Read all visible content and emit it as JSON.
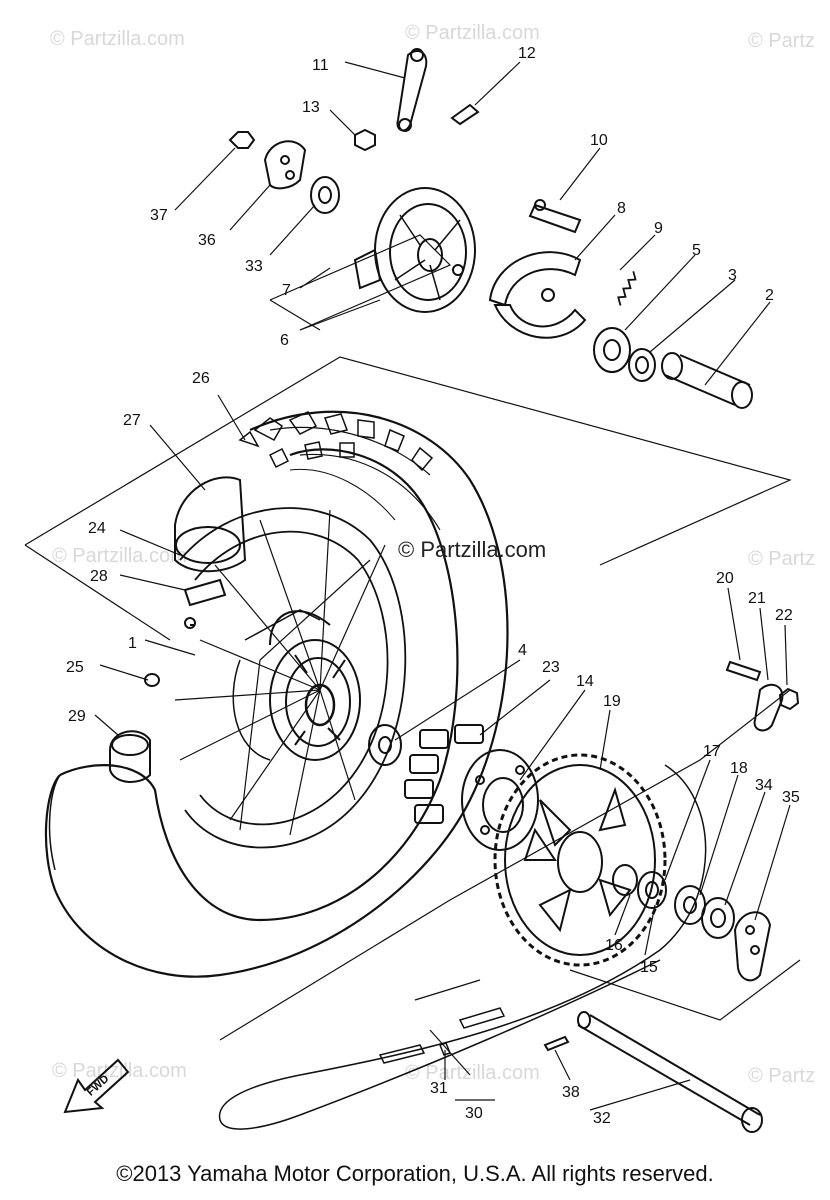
{
  "watermarks": {
    "top_left": "© Partzilla.com",
    "top_mid": "© Partzilla.com",
    "top_right": "© Partz",
    "mid_left": "© Partzilla.com",
    "center": "© Partzilla.com",
    "mid_right": "© Partz",
    "bottom_left": "© Partzilla.com",
    "bottom_mid": "© Partzilla.com",
    "bottom_right": "© Partz"
  },
  "fwd_label": "FWD",
  "copyright": "©2013  Yamaha Motor Corporation, U.S.A. All rights reserved.",
  "callouts": {
    "c1": "1",
    "c2": "2",
    "c3": "3",
    "c4": "4",
    "c5": "5",
    "c6": "6",
    "c7": "7",
    "c8": "8",
    "c9": "9",
    "c10": "10",
    "c11": "11",
    "c12": "12",
    "c13": "13",
    "c14": "14",
    "c15": "15",
    "c16": "16",
    "c17": "17",
    "c18": "18",
    "c19": "19",
    "c20": "20",
    "c21": "21",
    "c22": "22",
    "c23": "23",
    "c24": "24",
    "c25": "25",
    "c26": "26",
    "c27": "27",
    "c28": "28",
    "c29": "29",
    "c30": "30",
    "c31": "31",
    "c32": "32",
    "c33": "33",
    "c34": "34",
    "c35": "35",
    "c36": "36",
    "c37": "37",
    "c38": "38"
  }
}
